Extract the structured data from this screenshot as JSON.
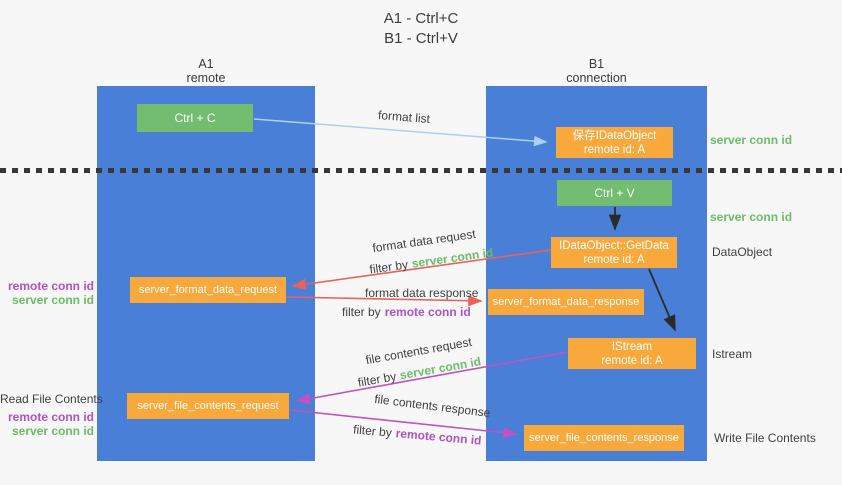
{
  "title": {
    "line1": "A1 - Ctrl+C",
    "line2": "B1 - Ctrl+V"
  },
  "lanes": {
    "left": {
      "title": "A1",
      "subtitle": "remote"
    },
    "right": {
      "title": "B1",
      "subtitle": "connection"
    }
  },
  "nodes": {
    "ctrl_c": {
      "label": "Ctrl + C"
    },
    "save_idataobject": {
      "line1": "保存IDataObject",
      "line2": "remote id: A"
    },
    "ctrl_v": {
      "label": "Ctrl + V"
    },
    "idataobject_getdata": {
      "line1": "IDataObject::GetData",
      "line2": "remote id: A"
    },
    "server_format_data_request": {
      "label": "server_format_data_request"
    },
    "server_format_data_response": {
      "label": "server_format_data_response"
    },
    "istream": {
      "line1": "IStream",
      "line2": "remote id: A"
    },
    "server_file_contents_request": {
      "label": "server_file_contents_request"
    },
    "server_file_contents_response": {
      "label": "server_file_contents_response"
    }
  },
  "arrows": {
    "format_list": {
      "label": "format list"
    },
    "format_data_request": {
      "label": "format data request",
      "filter_prefix": "filter by",
      "filter_key": "server conn id"
    },
    "format_data_response": {
      "label": "format data response",
      "filter_prefix": "filter by",
      "filter_key": "remote conn id"
    },
    "file_contents_request": {
      "label": "file contents request",
      "filter_prefix": "filter by",
      "filter_key": "server conn id"
    },
    "file_contents_response": {
      "label": "file contents response",
      "filter_prefix": "filter by",
      "filter_key": "remote conn id"
    }
  },
  "annotations": {
    "right": {
      "server_conn_id_top": "server conn id",
      "server_conn_id_mid": "server conn id",
      "dataobject": "DataObject",
      "istream": "Istream",
      "write_file_contents": "Write File Contents"
    },
    "left": {
      "remote_conn_id_top": "remote conn id",
      "server_conn_id_top": "server conn id",
      "read_file_contents": "Read File Contents",
      "remote_conn_id_bottom": "remote conn id",
      "server_conn_id_bottom": "server conn id"
    }
  },
  "colors": {
    "lane_blue": "#4a7fd8",
    "node_green": "#72bd6f",
    "node_orange": "#f9a83c",
    "arrow_light_blue": "#a9d2ed",
    "arrow_red": "#e9635b",
    "arrow_magenta": "#c052c4",
    "arrow_black": "#2b2b2b",
    "text_green": "#6cbd68",
    "text_purple": "#b052c7",
    "text_dark": "#3f3f3f",
    "background": "#f7f7f7"
  }
}
